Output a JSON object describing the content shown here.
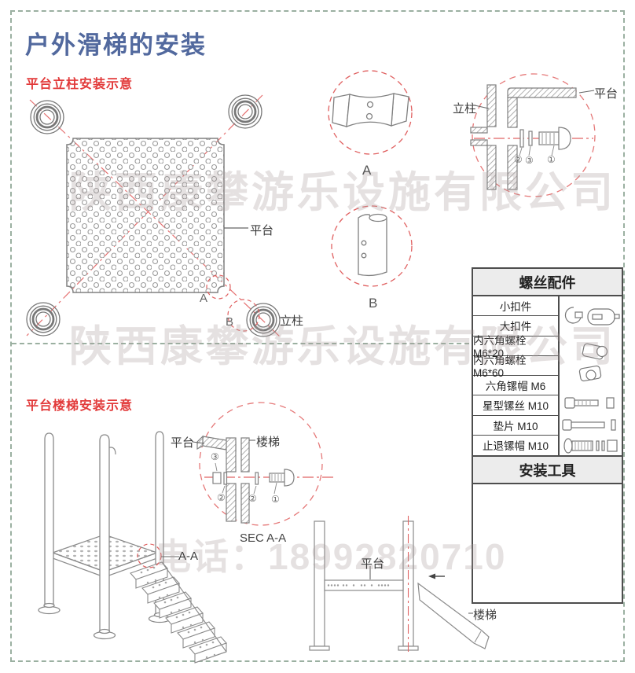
{
  "page": {
    "title": "户外滑梯的安装",
    "watermark_company": "陕西康攀游乐设施有限公司",
    "watermark_phone": "电话：18992820710"
  },
  "colors": {
    "title_blue": "#52699e",
    "heading_red": "#e23a3a",
    "red_dashed": "#e57070",
    "line_gray": "#8a8a8a",
    "border_green": "#9bb0a1",
    "table_header_bg": "#ececec"
  },
  "section_column": {
    "heading": "平台立柱安装示意",
    "platform_label": "平台",
    "column_label": "立柱",
    "corner_a": "A",
    "corner_b": "B",
    "detail_a": "A",
    "detail_b": "B",
    "joint": {
      "column_label": "立柱",
      "platform_label": "平台",
      "num1": "①",
      "num2": "②",
      "num3": "③"
    }
  },
  "parts_table": {
    "header": "螺丝配件",
    "rows": [
      "小扣件",
      "大扣件",
      "内六角螺栓 M6*20",
      "内六角螺栓 M6*60",
      "六角镙帽 M6",
      "星型镙丝 M10",
      "垫片 M10",
      "止退镙帽 M10"
    ],
    "tools_header": "安装工具"
  },
  "section_stairs": {
    "heading": "平台楼梯安装示意",
    "aa_label": "A-A",
    "sec_caption": "SEC A-A",
    "detail": {
      "platform_label": "平台",
      "stairs_label": "楼梯",
      "num1": "①",
      "num2": "②",
      "num3": "③"
    },
    "side": {
      "platform_label": "平台",
      "stairs_label": "楼梯"
    }
  }
}
